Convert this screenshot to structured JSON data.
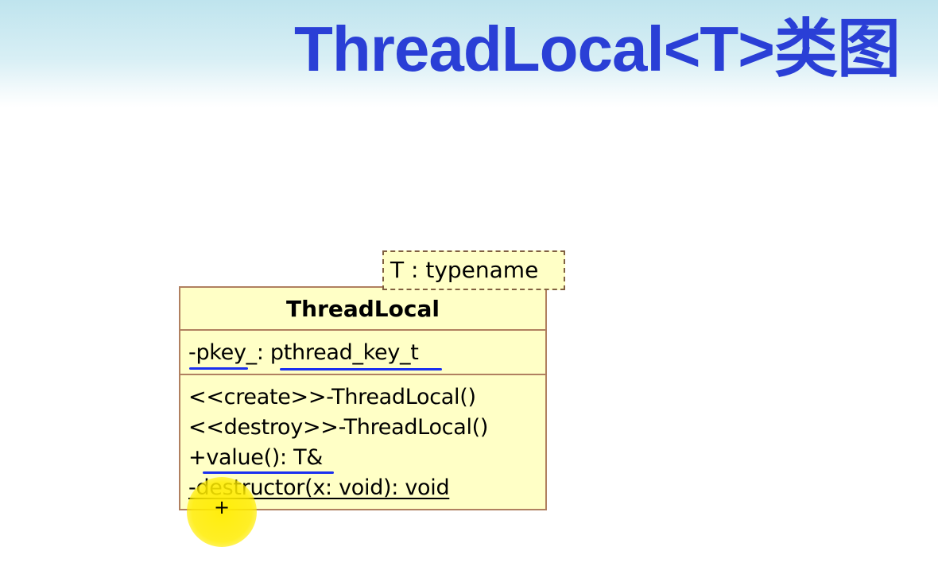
{
  "slide": {
    "title": "ThreadLocal<T>类图"
  },
  "diagram": {
    "template_parameter": "T : typename",
    "class_name": "ThreadLocal",
    "attributes": [
      "-pkey_: pthread_key_t"
    ],
    "operations": [
      "<<create>>-ThreadLocal()",
      "<<destroy>>-ThreadLocal()",
      "+value(): T&",
      "-destructor(x: void): void"
    ]
  },
  "colors": {
    "title": "#2a3fd6",
    "class_fill": "#ffffc6",
    "class_border": "#b08060",
    "annotation": "#1a2ff0",
    "cursor_highlight": "#ffec00"
  },
  "cursor": {
    "symbol": "+"
  }
}
